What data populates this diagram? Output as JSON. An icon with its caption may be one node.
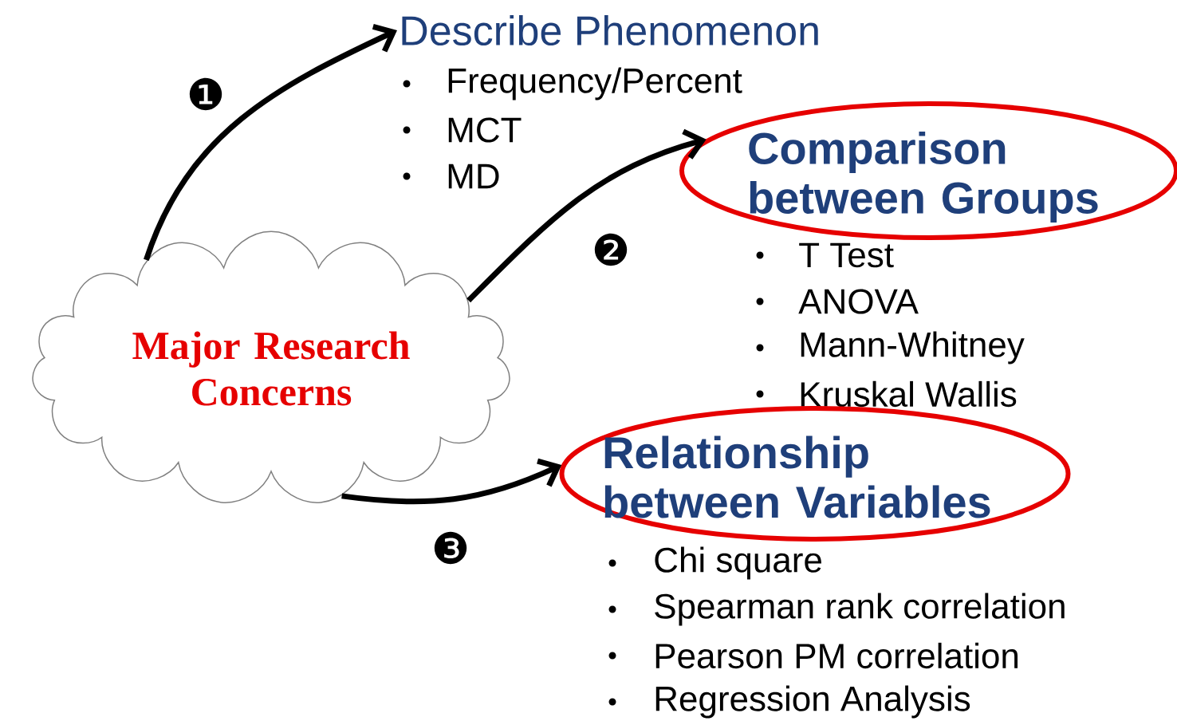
{
  "diagram": {
    "nodes": [
      {
        "text": [
          "Major Research Concerns"
        ]
      },
      {
        "text": [
          "Describe Phenomenon"
        ],
        "beside": [
          "Frequency/Percent",
          "MCT",
          "MD"
        ]
      },
      {
        "text": [
          "Comparison between Groups"
        ],
        "beside": [
          "T Test",
          "ANOVA",
          "Mann-Whitney",
          "Kruskal Wallis"
        ]
      },
      {
        "text": [
          "Relationship between Variables"
        ],
        "beside": [
          "Chi square",
          "Spearman rank correlation",
          "Pearson PM correlation",
          "Regression Analysis"
        ]
      }
    ],
    "edges": [
      {
        "from": 0,
        "to": 1,
        "arrow": "to",
        "label": "❶"
      },
      {
        "from": 0,
        "to": 2,
        "arrow": "to",
        "label": "❷"
      },
      {
        "from": 0,
        "to": 3,
        "arrow": "to",
        "label": "❸"
      }
    ]
  }
}
